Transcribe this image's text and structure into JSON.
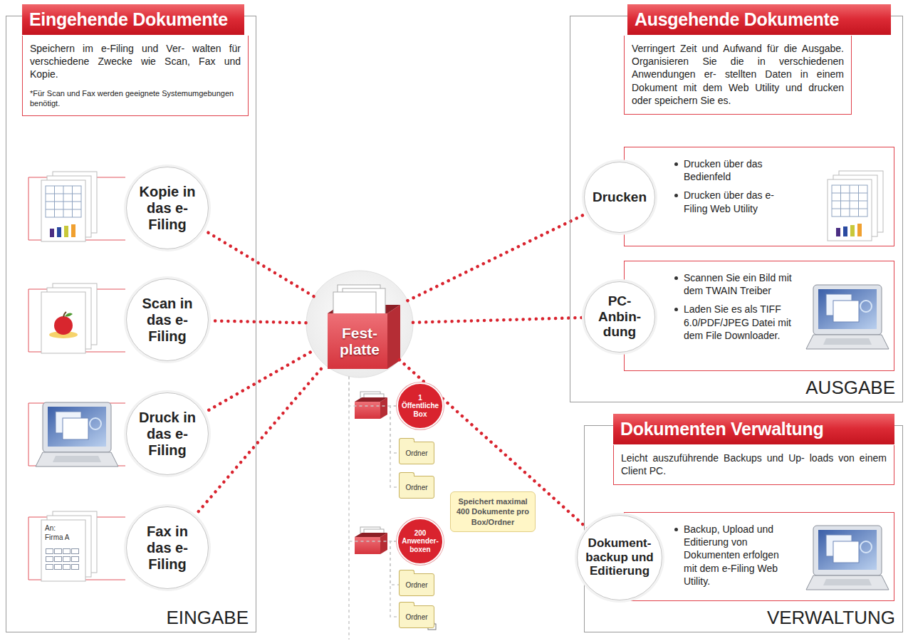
{
  "diagram": {
    "nodes": [
      {
        "text": [
          "Eingehende Dokumente",
          "Speichern im e-Filing und Ver- walten für verschiedene Zwecke wie Scan, Fax und Kopie.",
          "*Für Scan und Fax werden geeignete Systemumgebungen benötigt.",
          "EINGABE"
        ]
      },
      {
        "text": [
          "Kopie in das e-Filing"
        ],
        "in": 0
      },
      {
        "text": [
          "Scan in das e-Filing"
        ],
        "in": 0
      },
      {
        "text": [
          "Druck in das e-Filing"
        ],
        "in": 0
      },
      {
        "text": [
          "Fax in das e-Filing"
        ],
        "in": 0
      },
      {
        "text": [
          "Fest- platte"
        ]
      },
      {
        "text": [
          "1 Öffentliche Box"
        ]
      },
      {
        "text": [
          "Ordner"
        ]
      },
      {
        "text": [
          "Ordner"
        ]
      },
      {
        "text": [
          "Speichert maximal 400 Dokumente pro Box/Ordner"
        ]
      },
      {
        "text": [
          "200 Anwender- boxen"
        ]
      },
      {
        "text": [
          "Ordner"
        ]
      },
      {
        "text": [
          "Ordner"
        ]
      },
      {
        "text": [
          "Ausgehende Dokumente",
          "Verringert Zeit und Aufwand für die Ausgabe. Organisieren Sie die in verschiedenen Anwendungen er- stellten Daten in einem Dokument mit dem Web Utility und drucken oder speichern Sie es.",
          "AUSGABE"
        ]
      },
      {
        "text": [
          "Drucken über das Bedienfeld",
          "Drucken über das e-Filing Web Utility"
        ],
        "in": 13
      },
      {
        "text": [
          "Drucken"
        ],
        "in": 14
      },
      {
        "text": [
          "Scannen Sie ein Bild mit dem TWAIN Treiber",
          "Laden Sie es als TIFF 6.0/PDF/JPEG Datei mit dem File Downloader."
        ],
        "in": 13
      },
      {
        "text": [
          "PC- Anbin- dung"
        ],
        "in": 16
      },
      {
        "text": [
          "Dokumenten Verwaltung",
          "Leicht auszuführende Backups und Up- loads von einem Client PC.",
          "VERWALTUNG"
        ]
      },
      {
        "text": [
          "Backup, Upload und Editierung von Dokumenten erfolgen mit dem e-Filing Web Utility."
        ],
        "in": 18
      },
      {
        "text": [
          "Dokument- backup und Editierung"
        ],
        "in": 19
      }
    ],
    "edges": [
      {
        "from": 1,
        "to": 5,
        "arrow": "none"
      },
      {
        "from": 2,
        "to": 5,
        "arrow": "none"
      },
      {
        "from": 3,
        "to": 5,
        "arrow": "none"
      },
      {
        "from": 4,
        "to": 5,
        "arrow": "none"
      },
      {
        "from": 5,
        "to": 6,
        "arrow": "none"
      },
      {
        "from": 6,
        "to": 7,
        "arrow": "none"
      },
      {
        "from": 6,
        "to": 8,
        "arrow": "none"
      },
      {
        "from": 5,
        "to": 10,
        "arrow": "none"
      },
      {
        "from": 10,
        "to": 11,
        "arrow": "none"
      },
      {
        "from": 10,
        "to": 12,
        "arrow": "none"
      },
      {
        "from": 5,
        "to": 15,
        "arrow": "none"
      },
      {
        "from": 5,
        "to": 17,
        "arrow": "none"
      },
      {
        "from": 5,
        "to": 20,
        "arrow": "none"
      }
    ],
    "labels": [
      "An:",
      "Firma A"
    ]
  }
}
